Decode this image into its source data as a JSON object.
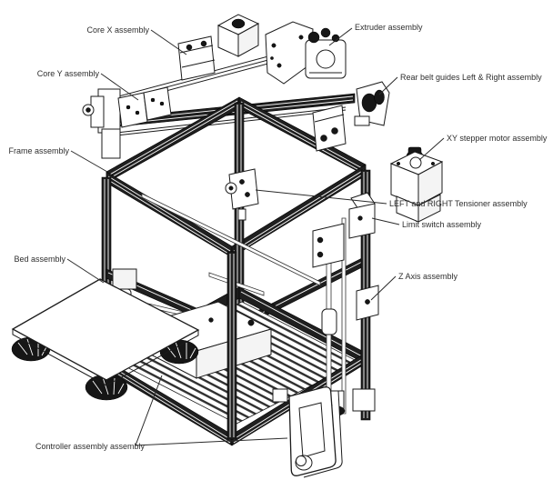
{
  "diagram": {
    "type": "exploded-assembly-diagram",
    "subject": "CoreXY 3D printer",
    "background": "#ffffff",
    "line_color": "#1b1b1b",
    "label_color": "#2e2e2e",
    "labels": {
      "core_x": "Core X assembly",
      "extruder": "Extruder assembly",
      "core_y": "Core Y assembly",
      "rear_belt": "Rear belt guides Left & Right assembly",
      "frame": "Frame assembly",
      "xy_stepper": "XY stepper motor assembly",
      "tensioner": "LEFT and RIGHT Tensioner assembly",
      "limit_switch": "Limit switch assembly",
      "z_axis": "Z Axis assembly",
      "bed": "Bed assembly",
      "controller": "Controller assembly assembly"
    }
  }
}
